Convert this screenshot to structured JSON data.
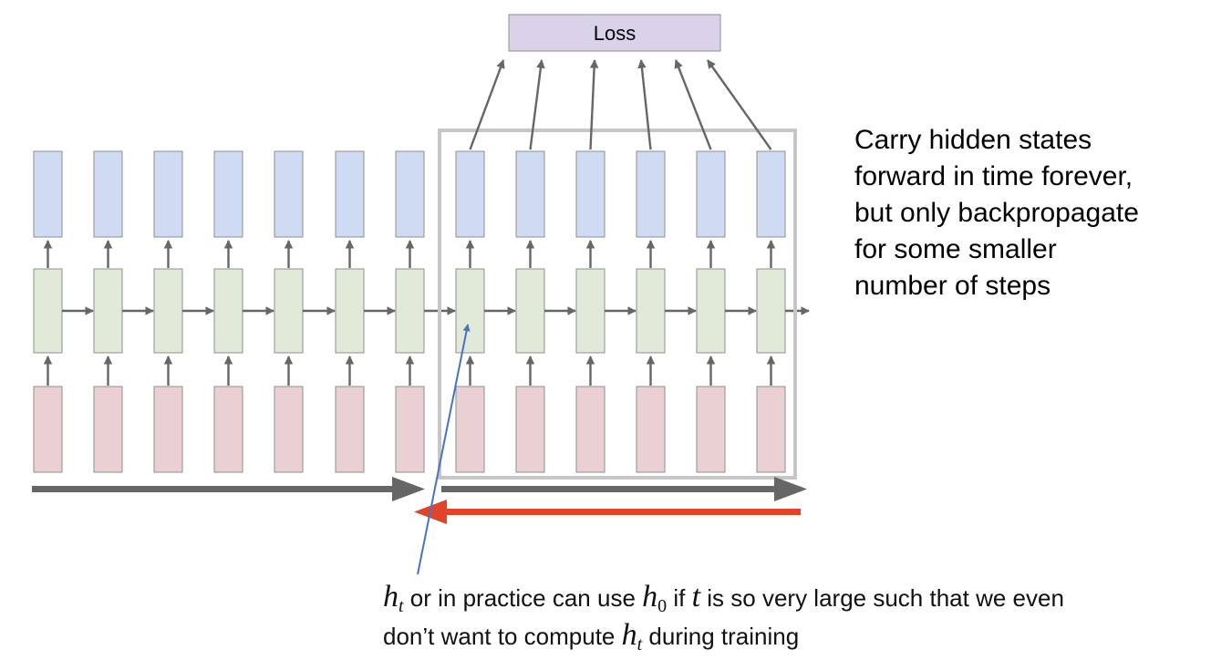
{
  "loss_label": "Loss",
  "timesteps": 13,
  "window_start_index": 7,
  "side_note": {
    "lines": [
      "Carry hidden states",
      "forward in time forever,",
      "but only backpropagate",
      "for some smaller",
      "number of steps"
    ]
  },
  "caption": {
    "l1_h": "h",
    "l1_h_sub": "t",
    "l1_text_a": " or in practice can use ",
    "l1_h0": "h",
    "l1_h0_sub": "0",
    "l1_text_b": " if ",
    "l1_t": "t",
    "l1_text_c": " is so very large such that we even",
    "l2_text_a": "don’t want to compute ",
    "l2_h": "h",
    "l2_h_sub": "t",
    "l2_text_b": " during training"
  },
  "colors": {
    "output_fill": "#cfdbf2",
    "hidden_fill": "#e1ead8",
    "input_fill": "#eacfd3",
    "loss_fill": "#d9d2e9",
    "box_stroke": "#8f8f8f",
    "arrow_gray": "#666666",
    "window_border": "#c6c6c6",
    "backprop_arrow": "#e0442b",
    "pointer_arrow": "#4a72c4"
  }
}
